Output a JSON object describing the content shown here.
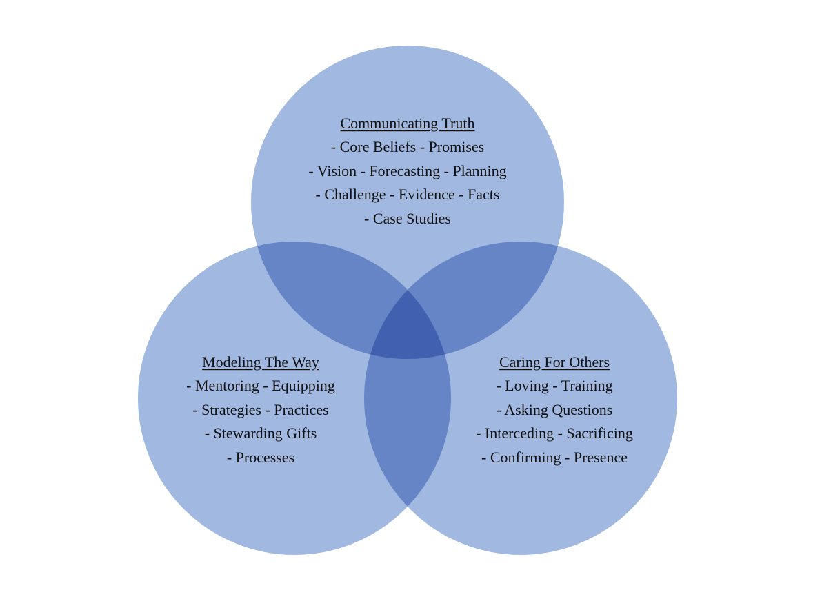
{
  "diagram": {
    "type": "venn",
    "circle_color": "#4472c4",
    "circle_opacity": 0.5,
    "sets": [
      {
        "id": "top",
        "title": "Communicating Truth",
        "lines": [
          "- Core Beliefs - Promises",
          "- Vision - Forecasting - Planning",
          "- Challenge - Evidence - Facts",
          "- Case Studies"
        ]
      },
      {
        "id": "left",
        "title": "Modeling The Way",
        "lines": [
          "- Mentoring - Equipping",
          "- Strategies - Practices",
          "- Stewarding Gifts",
          "- Processes"
        ]
      },
      {
        "id": "right",
        "title": "Caring For Others",
        "lines": [
          "- Loving - Training",
          "- Asking Questions",
          "- Interceding - Sacrificing",
          "- Confirming - Presence"
        ]
      }
    ]
  }
}
